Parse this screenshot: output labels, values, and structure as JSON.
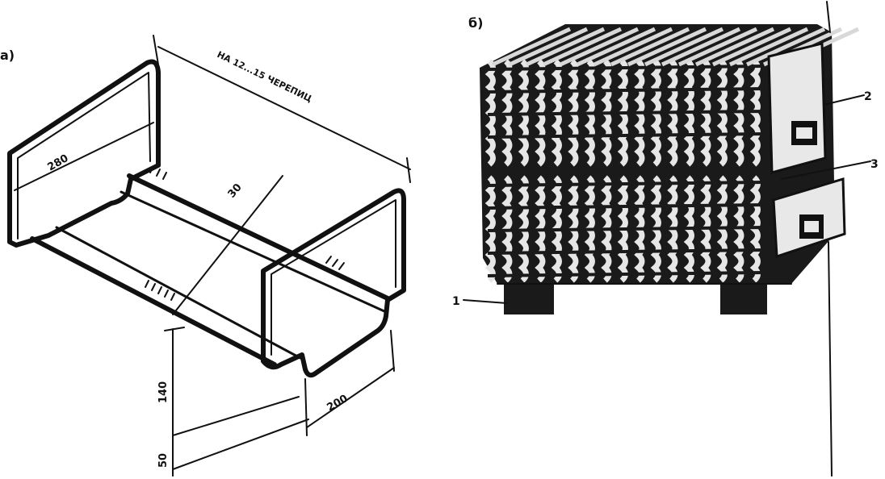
{
  "panel_a": {
    "label": "а)",
    "top_dimension": "НА 12...15 ЧЕРЕПИЦ",
    "dim_height_left": "280",
    "dim_span": "30",
    "dim_leg_height": "140",
    "dim_foot": "50",
    "dim_width": "200"
  },
  "panel_b": {
    "label": "б)",
    "callout_1": "1",
    "callout_2": "2",
    "callout_3": "3"
  }
}
